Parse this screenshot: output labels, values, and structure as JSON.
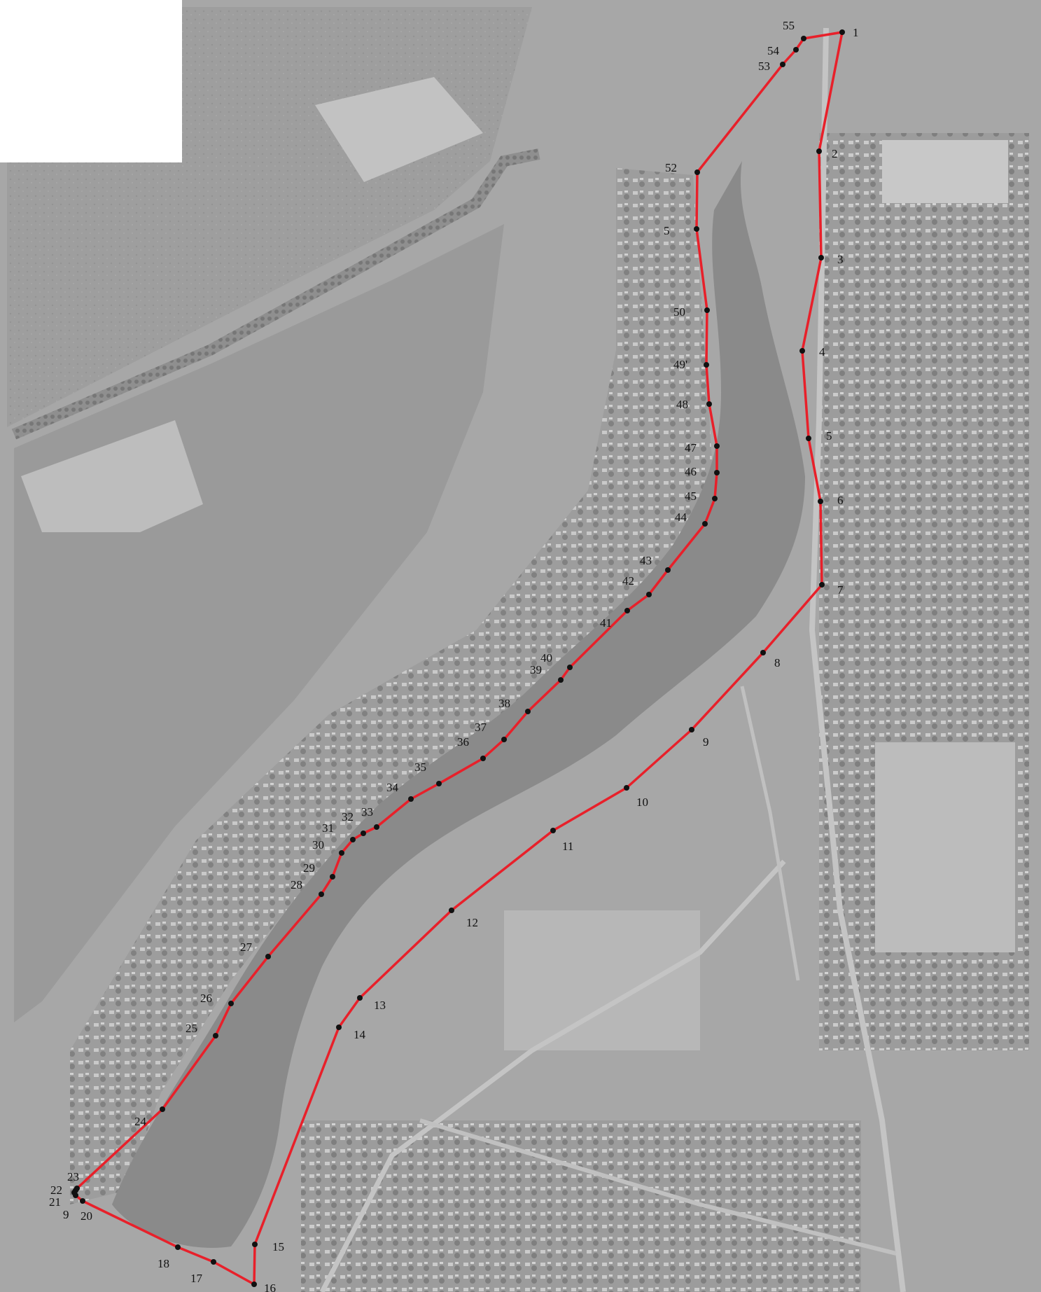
{
  "map": {
    "boundary_color": "#e8202a",
    "vertex_color": "#111111",
    "background_color": "#a7a7a7",
    "water_color": "#8a8a8a",
    "point_labels": [
      "1",
      "2",
      "3",
      "4",
      "5",
      "6",
      "7",
      "8",
      "9",
      "10",
      "11",
      "12",
      "13",
      "14",
      "15",
      "16",
      "17",
      "18",
      "9",
      "20",
      "21",
      "22",
      "23",
      "24",
      "25",
      "26",
      "27",
      "28",
      "29",
      "30",
      "31",
      "32",
      "33",
      "34",
      "35",
      "36",
      "37",
      "38",
      "39",
      "40",
      "41",
      "42",
      "43",
      "44",
      "45",
      "46",
      "47",
      "48",
      "49'",
      "50",
      "5",
      "52",
      "53",
      "54",
      "55"
    ]
  }
}
